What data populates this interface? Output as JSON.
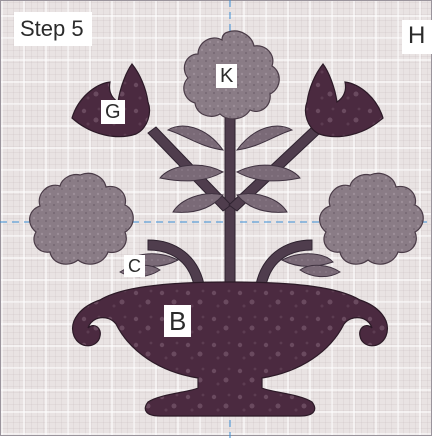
{
  "header": {
    "step_label": "Step 5",
    "corner_letter": "H"
  },
  "pieces": {
    "k": "K",
    "g": "G",
    "c": "C",
    "b": "B"
  },
  "colors": {
    "background": "#e9e3e3",
    "dark_plum": "#4b2a40",
    "medium_mauve": "#7a6a77",
    "light_mauve": "#8f8089",
    "stem": "#4f3d4d",
    "guide_line": "#3b8fd6"
  }
}
